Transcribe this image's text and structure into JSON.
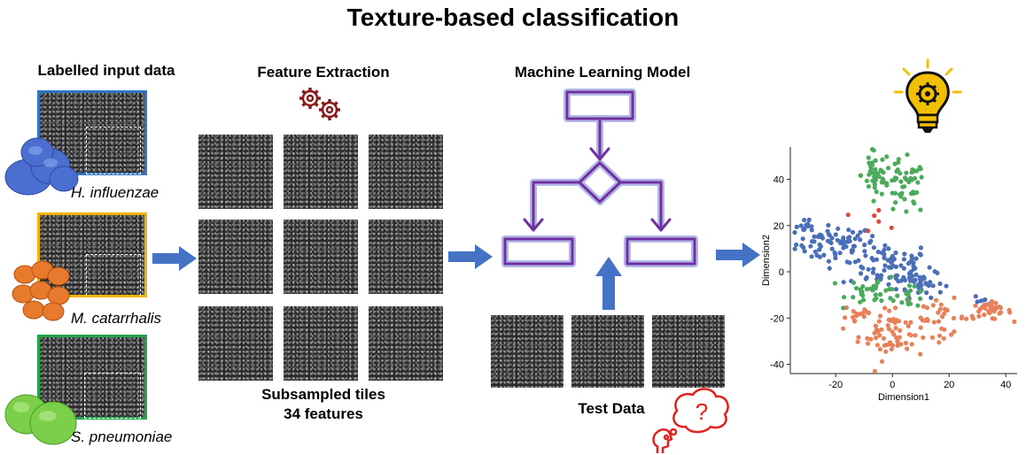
{
  "title": "Texture-based classification",
  "input": {
    "heading": "Labelled input data",
    "classes": [
      {
        "label": "H. influenzae",
        "color": "#2e75c8",
        "bacteria_color": "#4a6fd0"
      },
      {
        "label": "M. catarrhalis",
        "color": "#f2b400",
        "bacteria_color": "#e87a2e"
      },
      {
        "label": "S. pneumoniae",
        "color": "#1fa64a",
        "bacteria_color": "#7ccf48"
      }
    ]
  },
  "feature_extraction": {
    "heading": "Feature Extraction",
    "caption_line1": "Subsampled tiles",
    "caption_line2": "34 features",
    "icon": "gears-icon"
  },
  "model": {
    "heading": "Machine Learning Model",
    "icon": "flowchart-icon",
    "color": "#7030a0",
    "glow": "#b4b8e6"
  },
  "test": {
    "label": "Test Data",
    "icon": "thinking-head-icon",
    "question_mark": "?",
    "color": "#e3201b"
  },
  "result_icon": {
    "icon": "lightbulb-gear-icon",
    "color": "#f2c000"
  },
  "chart_data": {
    "type": "scatter",
    "xlabel": "Dimension1",
    "ylabel": "Dimension2",
    "xlim": [
      -36,
      44
    ],
    "ylim": [
      -44,
      54
    ],
    "xticks": [
      -20,
      0,
      20,
      40
    ],
    "yticks": [
      -40,
      -20,
      0,
      20,
      40
    ],
    "grid": false,
    "series": [
      {
        "color": "#4a6fb8",
        "clusters": [
          {
            "cx": -20,
            "cy": 12,
            "sx": 7,
            "sy": 4,
            "n": 70
          },
          {
            "cx": -2,
            "cy": 3,
            "sx": 8,
            "sy": 5,
            "n": 80
          },
          {
            "cx": 10,
            "cy": -5,
            "sx": 4,
            "sy": 3,
            "n": 40
          },
          {
            "cx": -31,
            "cy": 19,
            "sx": 2,
            "sy": 1.5,
            "n": 12
          },
          {
            "cx": 33,
            "cy": -12,
            "sx": 2,
            "sy": 1.2,
            "n": 6
          }
        ]
      },
      {
        "color": "#e8815a",
        "clusters": [
          {
            "cx": 0,
            "cy": -26,
            "sx": 6,
            "sy": 6,
            "n": 70
          },
          {
            "cx": 18,
            "cy": -20,
            "sx": 4,
            "sy": 4,
            "n": 25
          },
          {
            "cx": 34,
            "cy": -17,
            "sx": 4,
            "sy": 1.8,
            "n": 35
          },
          {
            "cx": -12,
            "cy": -18,
            "sx": 3,
            "sy": 3,
            "n": 15
          }
        ]
      },
      {
        "color": "#4caa5c",
        "clusters": [
          {
            "cx": -6,
            "cy": 42,
            "sx": 2.5,
            "sy": 5,
            "n": 40
          },
          {
            "cx": 4,
            "cy": 36,
            "sx": 4,
            "sy": 6,
            "n": 50
          },
          {
            "cx": -6,
            "cy": -8,
            "sx": 5,
            "sy": 3,
            "n": 35
          },
          {
            "cx": 6,
            "cy": -11,
            "sx": 3,
            "sy": 2,
            "n": 15
          }
        ]
      },
      {
        "color": "#e04a3a",
        "clusters": [
          {
            "cx": -2,
            "cy": 26,
            "sx": 4,
            "sy": 4,
            "n": 5
          },
          {
            "cx": -15,
            "cy": 25,
            "sx": 1,
            "sy": 1,
            "n": 1
          }
        ]
      }
    ]
  }
}
